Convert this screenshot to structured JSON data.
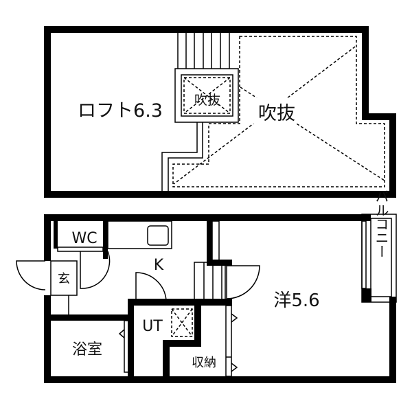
{
  "loft_floor": {
    "loft_label": "ロフト6.3",
    "void_label": "吹抜",
    "hatch_label": "吹抜"
  },
  "main_floor": {
    "wc_label": "WC",
    "entrance_label": "玄",
    "kitchen_label": "K",
    "western_room_label": "洋5.6",
    "balcony_label": "バルコニー",
    "utility_label": "UT",
    "bath_label": "浴室",
    "storage_label": "収納"
  },
  "colors": {
    "wall": "#000000",
    "background": "#ffffff"
  }
}
